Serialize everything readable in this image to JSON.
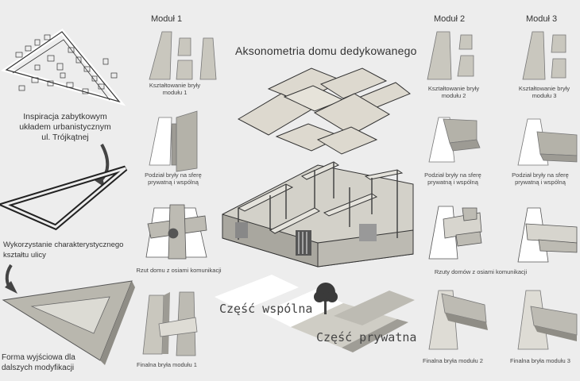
{
  "title": "Aksonometria domu dedykowanego",
  "left": {
    "inspiration": [
      "Inspiracja zabytkowym",
      "układem urbanistycznym",
      "ul. Trójkątnej"
    ],
    "usage": [
      "Wykorzystanie charakterystycznego",
      "kształtu ulicy"
    ],
    "form": [
      "Forma wyjściowa dla",
      "dalszych modyfikacji"
    ]
  },
  "module1": {
    "header": "Moduł 1",
    "shape_caption": [
      "Kształtowanie bryły",
      "modułu 1"
    ],
    "division_caption": [
      "Podział bryły na sferę",
      "prywatną i wspólną"
    ],
    "plan_caption": "Rzut domu z osiami komunikacji",
    "final_caption": "Finalna bryła modułu 1"
  },
  "module2": {
    "header": "Moduł 2",
    "shape_caption": [
      "Kształtowanie bryły",
      "modułu 2"
    ],
    "division_caption": [
      "Podział bryły na sferę",
      "prywatną i wspólną"
    ],
    "final_caption": "Finalna bryła modułu 2"
  },
  "module3": {
    "header": "Moduł 3",
    "shape_caption": [
      "Kształtowanie bryły",
      "modułu 3"
    ],
    "division_caption": [
      "Podział bryły na sferę",
      "prywatną i wspólną"
    ],
    "final_caption": "Finalna bryła modułu 3"
  },
  "plans_caption": "Rzuty domów z osiami komunikacji",
  "zones": {
    "common": "Część wspólna",
    "private": "Część prywatna"
  },
  "colors": {
    "panel": "#c9c7be",
    "dark": "#8f8d86",
    "line": "#2a2a2a",
    "wall": "#d8d7d1",
    "background": "#ededed"
  }
}
